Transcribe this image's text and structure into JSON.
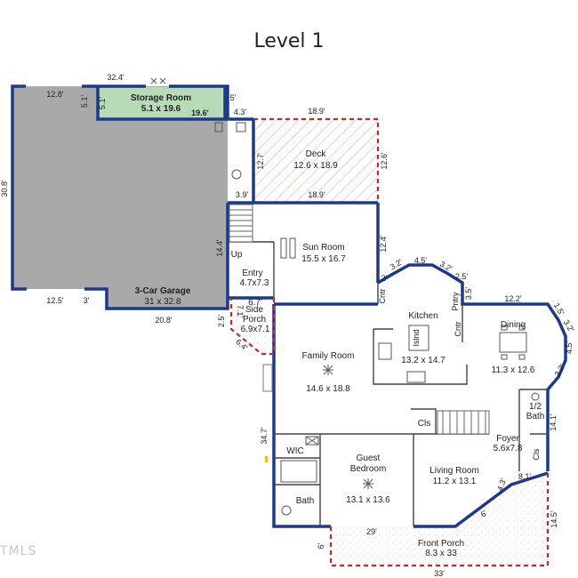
{
  "page": {
    "title": "Level 1",
    "watermark": "TMLS"
  },
  "rooms": {
    "storage": {
      "name": "Storage Room",
      "size": "5.1 x 19.6"
    },
    "deck": {
      "name": "Deck",
      "size": "12.6 x 18.9"
    },
    "sun_room": {
      "name": "Sun Room",
      "size": "15.5 x 16.7"
    },
    "entry": {
      "name": "Entry",
      "size": "4.7x7.3"
    },
    "garage": {
      "name": "3-Car Garage",
      "size": "31 x 32.8"
    },
    "side_porch": {
      "name_line1": "Side",
      "name_line2": "Porch",
      "size": "6.9x7.1",
      "dim_top": "6.7'",
      "dim_side": "7.1'"
    },
    "kitchen": {
      "name": "Kitchen",
      "size": "13.2 x 14.7"
    },
    "dining": {
      "name": "Dining",
      "size": "11.3 x 12.6"
    },
    "family_room": {
      "name": "Family Room",
      "size": "14.6 x 18.8"
    },
    "half_bath": {
      "name_line1": "1/2",
      "name_line2": "Bath"
    },
    "foyer": {
      "name": "Foyer",
      "size": "5.6x7.8"
    },
    "wic": {
      "name": "WIC"
    },
    "guest_bedroom": {
      "name_line1": "Guest",
      "name_line2": "Bedroom",
      "size": "13.1 x 13.6"
    },
    "living_room": {
      "name": "Living Room",
      "size": "11.2 x 13.1"
    },
    "bath": {
      "name": "Bath"
    },
    "front_porch": {
      "name": "Front Porch",
      "size": "8.3 x 33"
    }
  },
  "fixtures": {
    "up": "Up",
    "cntr_left": "Cntr",
    "cntr_right": "Cntr",
    "pntry": "Pntry",
    "islnd": "Islnd",
    "cls_hall": "Cls",
    "cls_foyer": "Cls"
  },
  "dimensions": {
    "garage_top": "32.4'",
    "garage_top_left": "12.8'",
    "storage_depth": "5.1'",
    "storage_right": "5'",
    "storage_length": "19.6'",
    "step_4_3": "4.3'",
    "deck_top": "18.9'",
    "deck_left": "12.7'",
    "deck_right": "12.6'",
    "step_3_9": "3.9'",
    "deck_bottom": "18.9'",
    "garage_left": "30.8'",
    "sunroom_right": "12.4'",
    "stair_14_4": "14.4'",
    "garage_bottom_left": "12.5'",
    "garage_bottom_3": "3'",
    "garage_bottom_right": "20.8'",
    "porch_left": "2.5'",
    "porch_diag": "6.4'",
    "kitchen_2": "2'",
    "kitchen_3_2a": "3.2'",
    "kitchen_4_5": "4.5'",
    "kitchen_3_2b": "3.2'",
    "kitchen_2_5": "2.5'",
    "kitchen_3_5": "3.5'",
    "dining_top": "12.2'",
    "dining_1_5": "1.5'",
    "dining_3_2a": "3.2'",
    "dining_4_5": "4.5'",
    "dining_3_2b": "3.2'",
    "foyer_right": "14.1'",
    "house_left": "34.7'",
    "living_8_1": "8.1'",
    "living_4_3": "4.3'",
    "living_6": "6'",
    "porch_29": "29'",
    "porch_right": "14.5'",
    "porch_6": "6'",
    "porch_bottom": "33'"
  }
}
